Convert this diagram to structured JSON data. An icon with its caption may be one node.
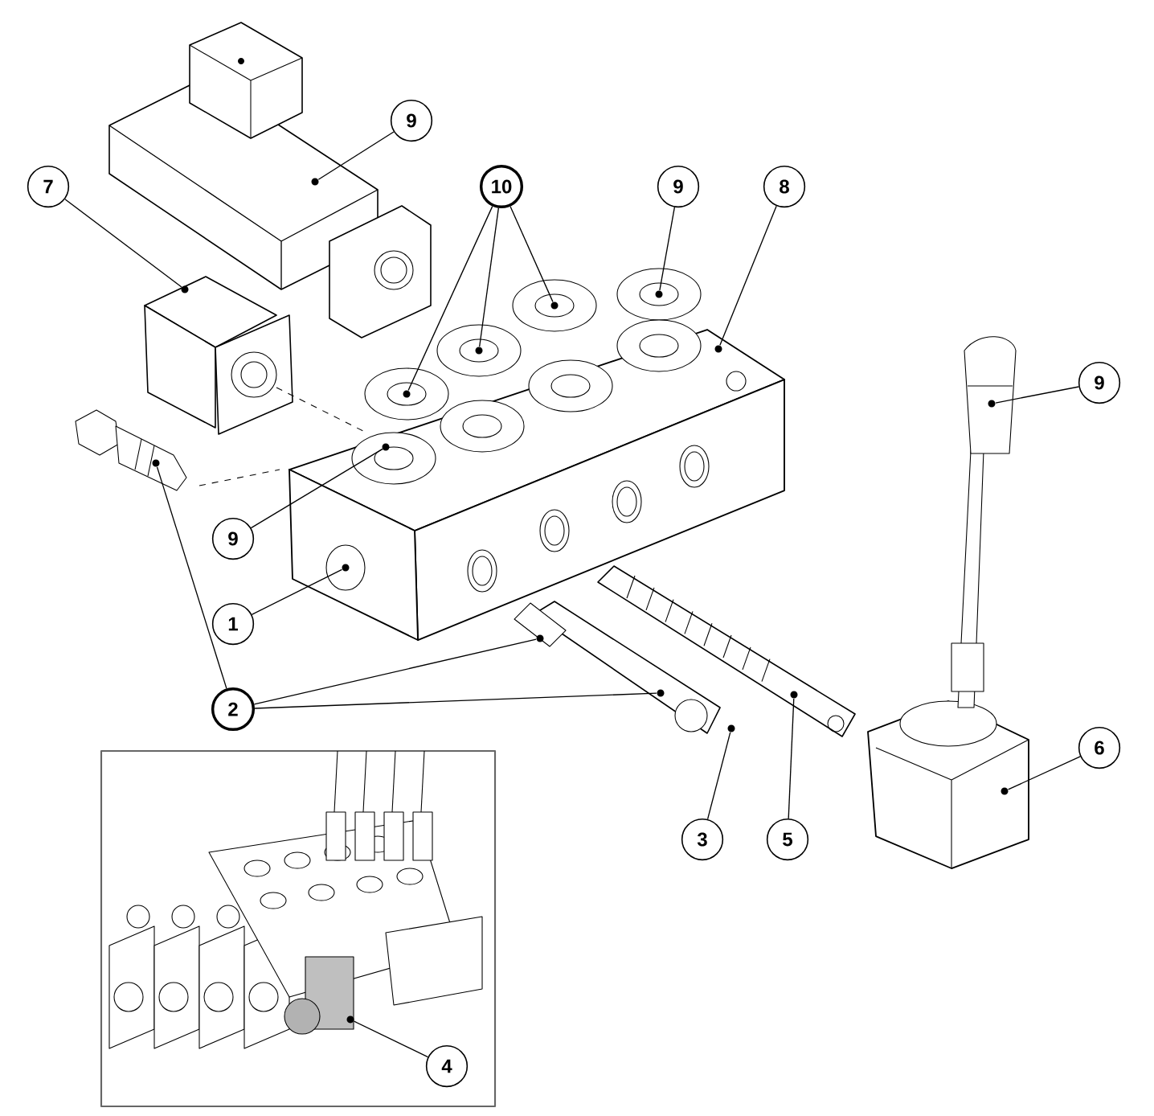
{
  "diagram": {
    "nodes": [
      {
        "text": [
          "9"
        ]
      },
      {
        "text": [
          "7"
        ]
      },
      {
        "text": [
          "10"
        ]
      },
      {
        "text": [
          "9"
        ]
      },
      {
        "text": [
          "8"
        ]
      },
      {
        "text": [
          "9"
        ]
      },
      {
        "text": [
          "9"
        ]
      },
      {
        "text": [
          "1"
        ]
      },
      {
        "text": [
          "2"
        ]
      },
      {
        "text": [
          "6"
        ]
      },
      {
        "text": [
          "3"
        ]
      },
      {
        "text": [
          "5"
        ]
      },
      {
        "text": [
          "4"
        ]
      },
      {
        "text": [],
        "shape": "dot"
      },
      {
        "text": [],
        "shape": "dot"
      },
      {
        "text": [],
        "shape": "dot"
      },
      {
        "text": [],
        "shape": "dot"
      },
      {
        "text": [],
        "shape": "dot"
      },
      {
        "text": [],
        "shape": "dot"
      },
      {
        "text": [],
        "shape": "dot"
      },
      {
        "text": [],
        "shape": "dot"
      },
      {
        "text": [],
        "shape": "dot"
      },
      {
        "text": [],
        "shape": "dot"
      },
      {
        "text": [],
        "shape": "dot"
      },
      {
        "text": [],
        "shape": "dot"
      },
      {
        "text": [],
        "shape": "dot"
      },
      {
        "text": [],
        "shape": "dot"
      },
      {
        "text": [],
        "shape": "dot"
      },
      {
        "text": [],
        "shape": "dot"
      },
      {
        "text": [],
        "shape": "dot"
      }
    ],
    "edges": [
      {
        "from": 0,
        "to": 13,
        "arrow": "none"
      },
      {
        "from": 1,
        "to": 14,
        "arrow": "none"
      },
      {
        "from": 2,
        "to": 15,
        "arrow": "none"
      },
      {
        "from": 2,
        "to": 16,
        "arrow": "none"
      },
      {
        "from": 2,
        "to": 17,
        "arrow": "none"
      },
      {
        "from": 3,
        "to": 18,
        "arrow": "none"
      },
      {
        "from": 4,
        "to": 19,
        "arrow": "none"
      },
      {
        "from": 5,
        "to": 20,
        "arrow": "none"
      },
      {
        "from": 6,
        "to": 21,
        "arrow": "none"
      },
      {
        "from": 7,
        "to": 22,
        "arrow": "none"
      },
      {
        "from": 8,
        "to": 23,
        "arrow": "none"
      },
      {
        "from": 8,
        "to": 24,
        "arrow": "none"
      },
      {
        "from": 8,
        "to": 25,
        "arrow": "none"
      },
      {
        "from": 9,
        "to": 26,
        "arrow": "none"
      },
      {
        "from": 10,
        "to": 27,
        "arrow": "none"
      },
      {
        "from": 11,
        "to": 28,
        "arrow": "none"
      },
      {
        "from": 12,
        "to": 29,
        "arrow": "none"
      }
    ]
  }
}
